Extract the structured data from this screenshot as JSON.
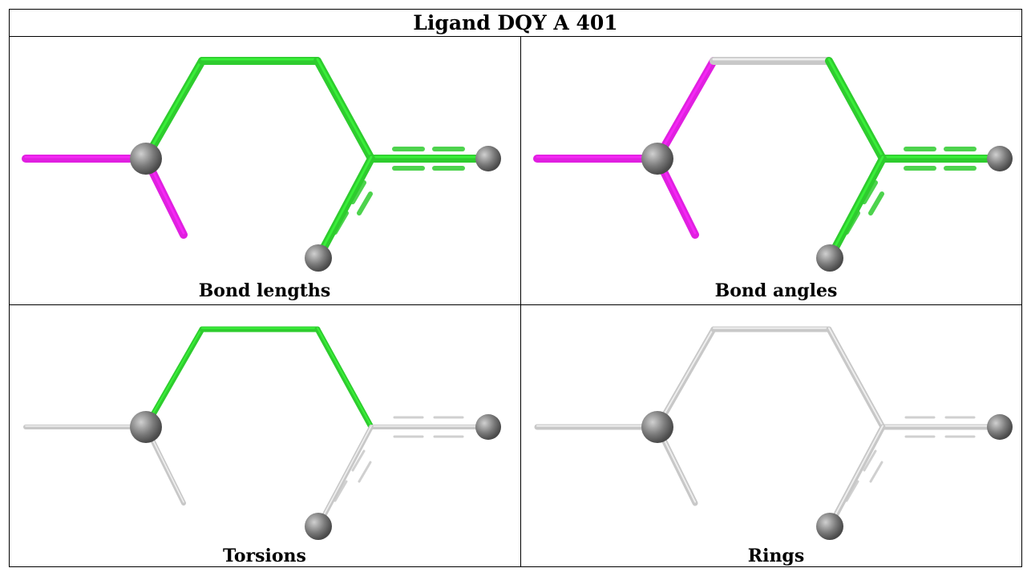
{
  "title": "Ligand DQY A 401",
  "colors": {
    "outlier": "#e020e0",
    "ok": "#2ecc2e",
    "neutral": "#c8c8c8",
    "atom": "#7a7a7a"
  },
  "panels": [
    {
      "caption": "Bond lengths",
      "bonds": {
        "l1": "outlier",
        "l2": "outlier",
        "r1": "ok",
        "r2": "ok",
        "r3": "ok",
        "r4": "ok",
        "r5": "ok",
        "r6": "ok"
      }
    },
    {
      "caption": "Bond angles",
      "bonds": {
        "l1": "outlier",
        "l2": "outlier",
        "r1": "outlier",
        "r2": "neutral",
        "r3": "ok",
        "r4": "ok",
        "r5": "ok",
        "r6": "ok"
      }
    },
    {
      "caption": "Torsions",
      "bonds": {
        "l1": "neutral",
        "l2": "neutral",
        "r1": "ok",
        "r2": "ok",
        "r3": "ok",
        "r4": "neutral",
        "r5": "neutral",
        "r6": "neutral"
      }
    },
    {
      "caption": "Rings",
      "bonds": {
        "l1": "neutral",
        "l2": "neutral",
        "r1": "neutral",
        "r2": "neutral",
        "r3": "neutral",
        "r4": "neutral",
        "r5": "neutral",
        "r6": "neutral"
      }
    }
  ]
}
